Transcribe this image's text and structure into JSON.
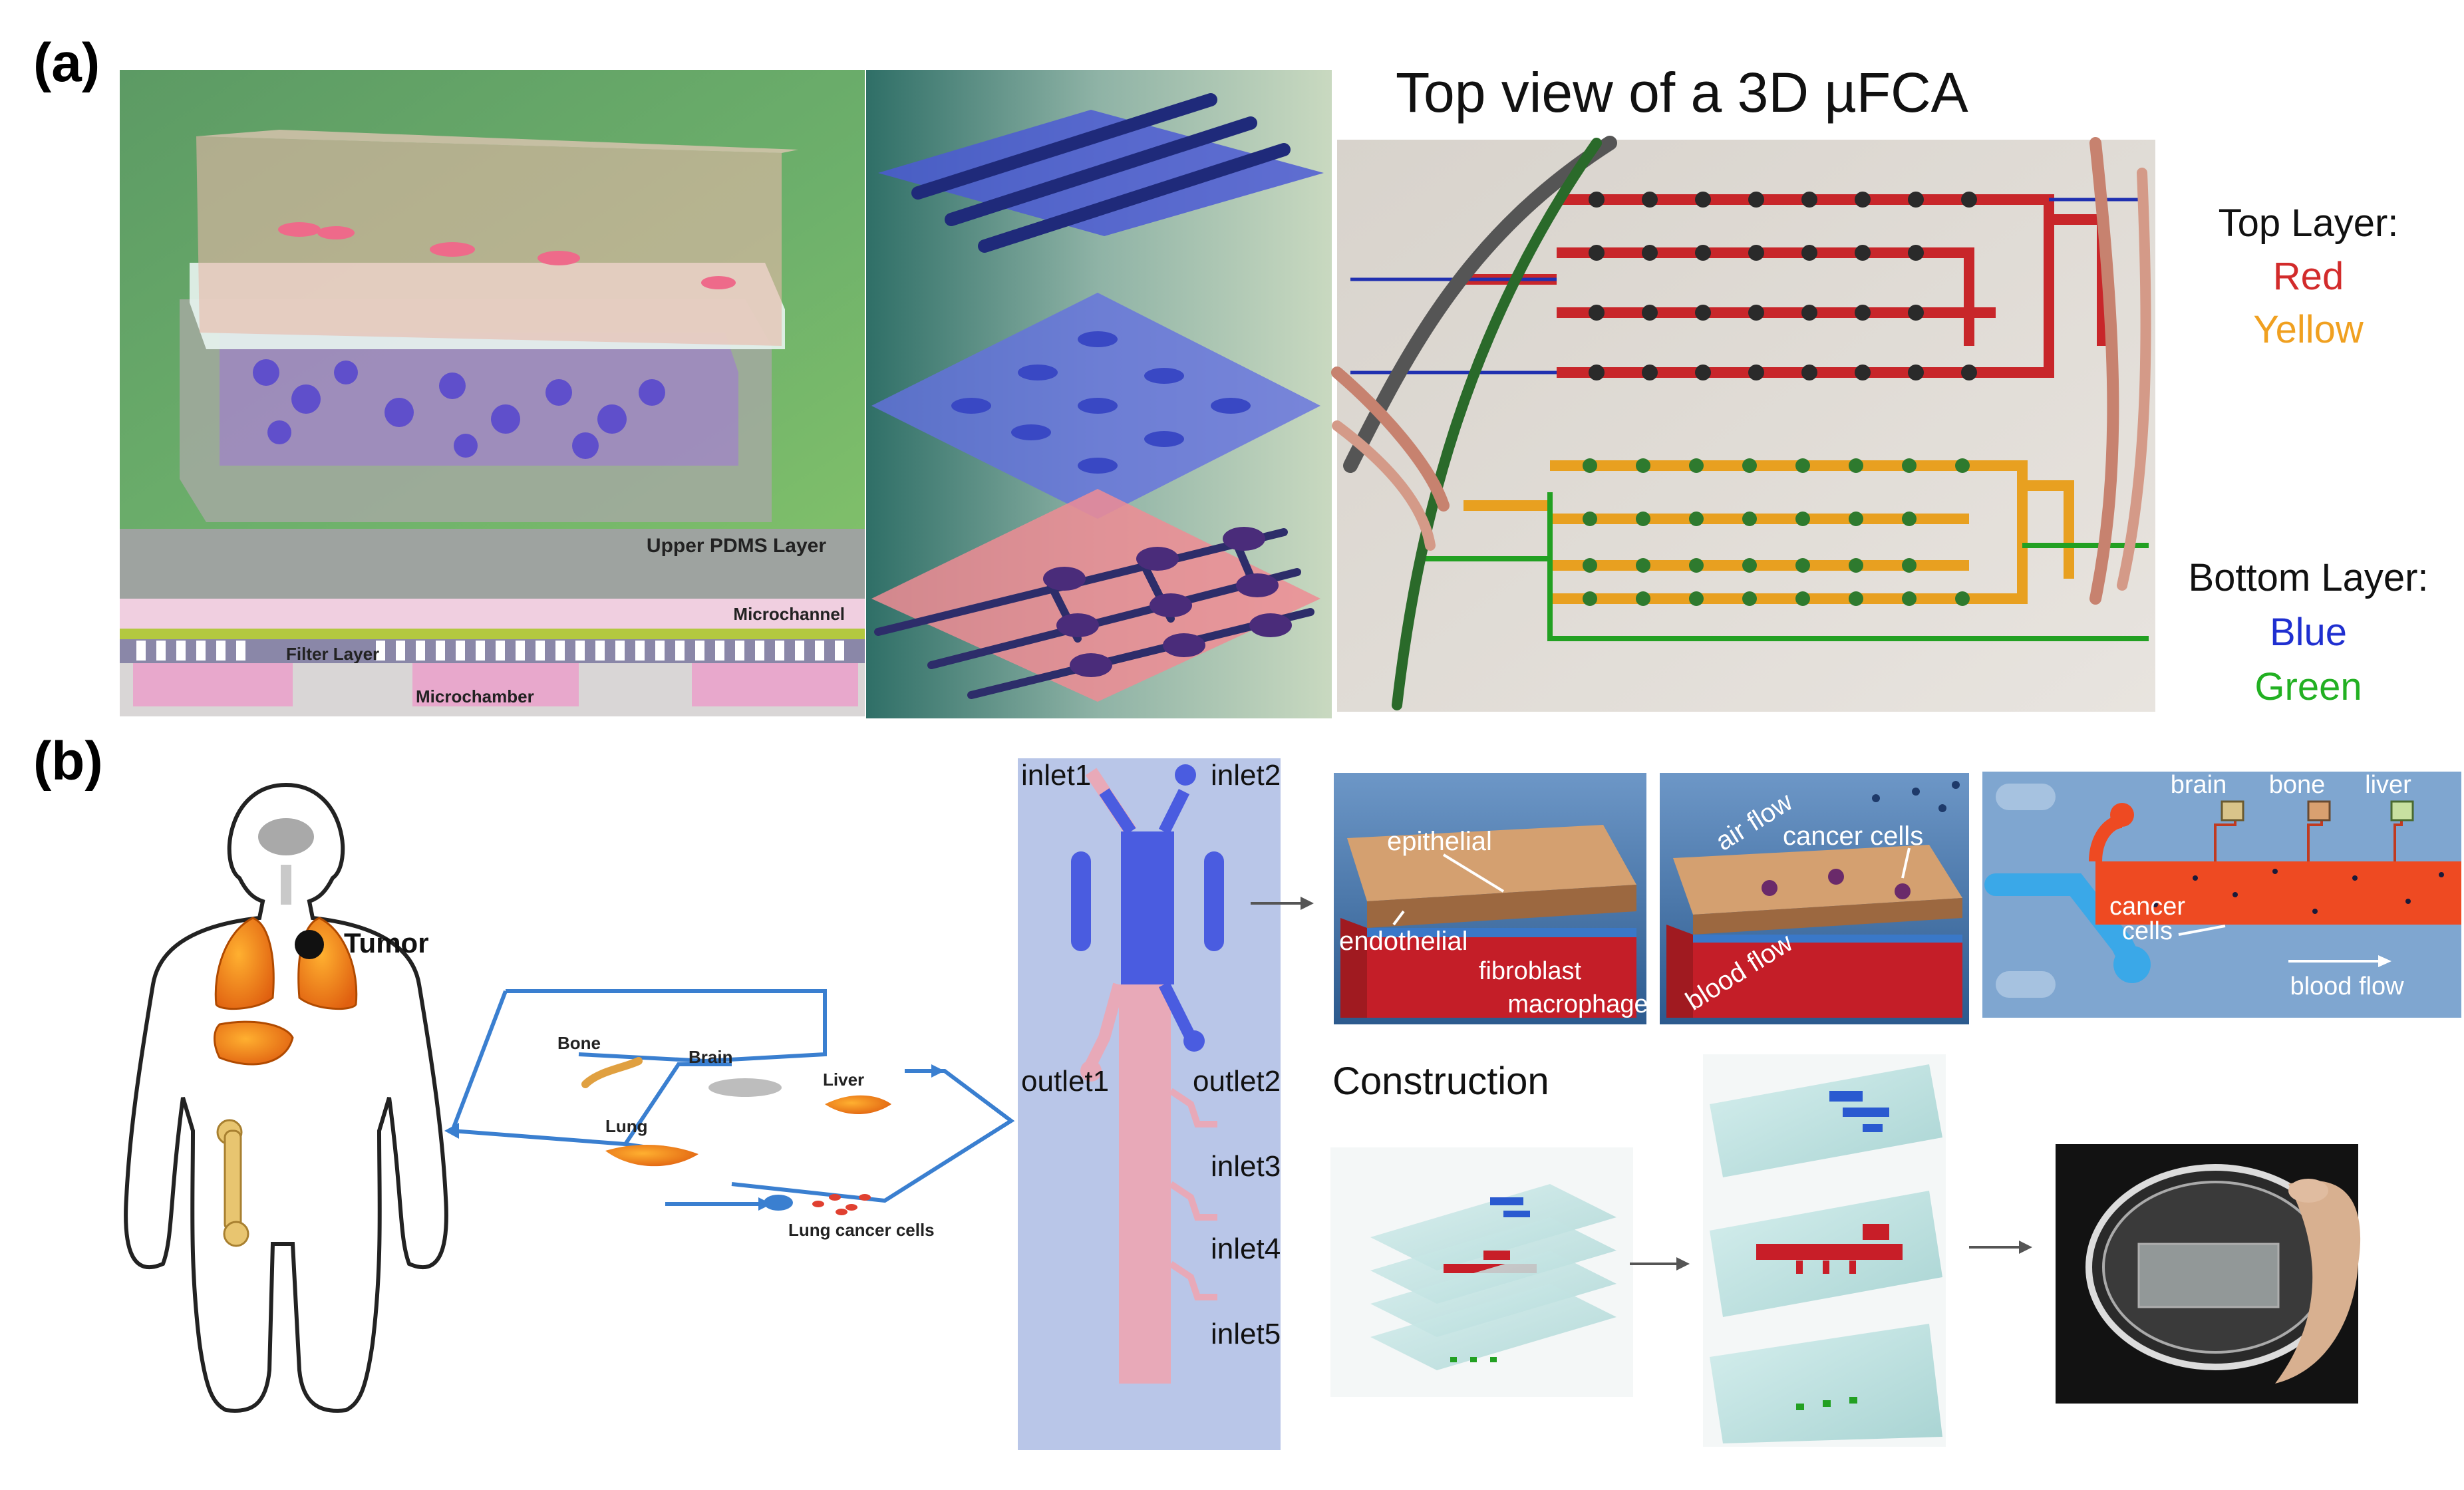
{
  "panel_a": {
    "label": "(a)",
    "upper_pdms_label": "Upper PDMS Layer",
    "microchannel_label": "Microchannel",
    "filter_layer_label": "Filter Layer",
    "microchamber_label": "Microchamber",
    "top_view_title": "Top view of a 3D µFCA",
    "legend": {
      "top_layer_title": "Top Layer:",
      "top_layer_items": [
        "Red",
        "Yellow"
      ],
      "bottom_layer_title": "Bottom Layer:",
      "bottom_layer_items": [
        "Blue",
        "Green"
      ],
      "colors": {
        "red": "#d22b2b",
        "yellow": "#f0a020",
        "blue": "#1f2fd0",
        "green": "#22b022"
      }
    }
  },
  "panel_b": {
    "label": "(b)",
    "tumor_label": "Tumor",
    "circuit_labels": {
      "bone": "Bone",
      "brain": "Brain",
      "liver": "Liver",
      "lung": "Lung",
      "cancer_cells": "Lung cancer cells"
    },
    "chip_labels": {
      "inlet1": "inlet1",
      "inlet2": "inlet2",
      "outlet1": "outlet1",
      "outlet2": "outlet2",
      "inlet3": "inlet3",
      "inlet4": "inlet4",
      "inlet5": "inlet5"
    },
    "cross_section_1": {
      "epithelial": "epithelial",
      "endothelial": "endothelial",
      "fibroblast": "fibroblast",
      "macrophage": "macrophage"
    },
    "cross_section_2": {
      "air_flow": "air flow",
      "cancer_cells": "cancer cells",
      "blood_flow": "blood flow"
    },
    "top_channel": {
      "brain": "brain",
      "bone": "bone",
      "liver": "liver",
      "cancer": "cancer",
      "cells": "cells",
      "blood_flow": "blood flow"
    },
    "construction_title": "Construction"
  }
}
